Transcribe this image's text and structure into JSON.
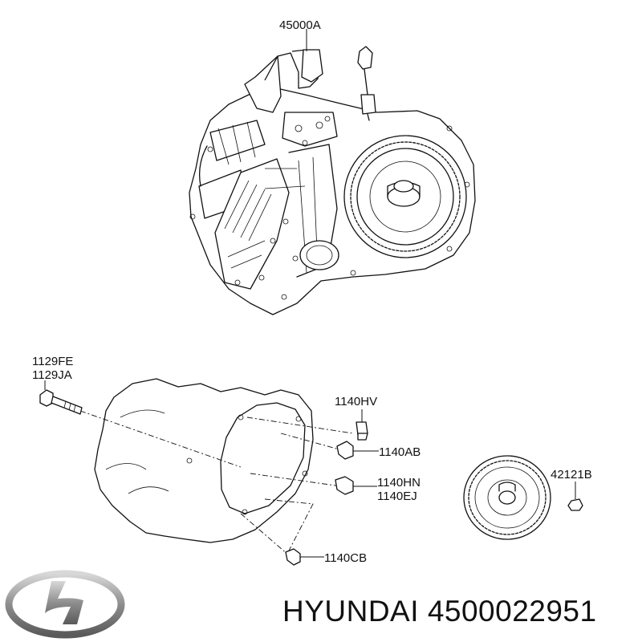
{
  "labels": {
    "transaxle": "45000A",
    "bolt_a_line1": "1129FE",
    "bolt_a_line2": "1129JA",
    "bolt_hv": "1140HV",
    "bolt_ab": "1140AB",
    "bolt_hn_line1": "1140HN",
    "bolt_hn_line2": "1140EJ",
    "bolt_cb": "1140CB",
    "nut_torque_converter": "42121B"
  },
  "caption": {
    "brand": "HYUNDAI",
    "part_number": "4500022951"
  },
  "icons": {
    "logo": "hyundai-logo-icon"
  },
  "colors": {
    "line": "#111111",
    "background": "#ffffff",
    "logo_silver": "#9a9a9a"
  }
}
